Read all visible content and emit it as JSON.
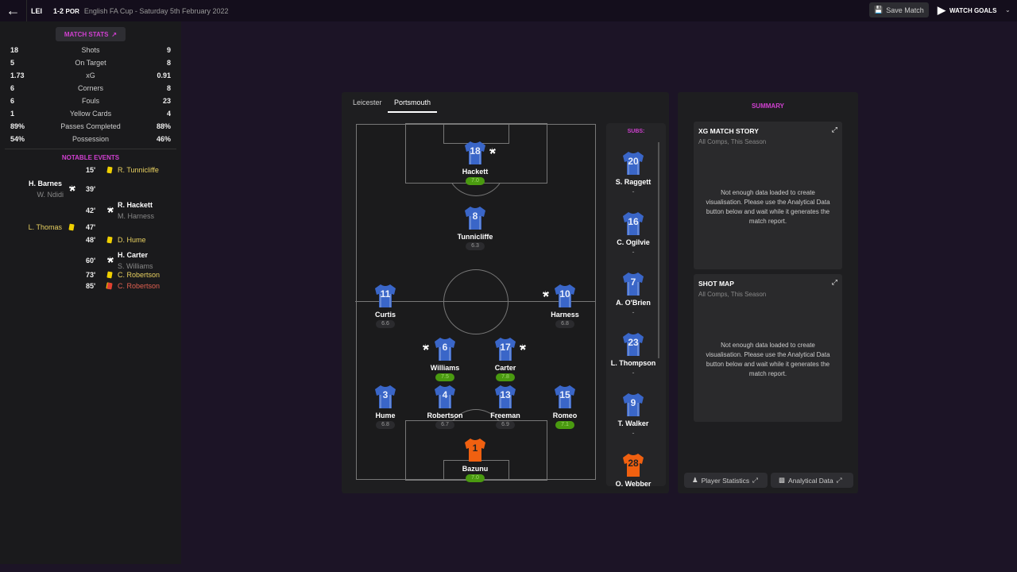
{
  "header": {
    "home": "LEI",
    "score": "1-2",
    "away": "POR",
    "competition": "English FA Cup - Saturday 5th February 2022",
    "save_label": "Save Match",
    "watch_label": "WATCH GOALS"
  },
  "stats": {
    "title": "MATCH STATS",
    "rows": [
      {
        "l": "18",
        "m": "Shots",
        "r": "9"
      },
      {
        "l": "5",
        "m": "On Target",
        "r": "8"
      },
      {
        "l": "1.73",
        "m": "xG",
        "r": "0.91"
      },
      {
        "l": "6",
        "m": "Corners",
        "r": "8"
      },
      {
        "l": "6",
        "m": "Fouls",
        "r": "23"
      },
      {
        "l": "1",
        "m": "Yellow Cards",
        "r": "4"
      },
      {
        "l": "89%",
        "m": "Passes Completed",
        "r": "88%"
      },
      {
        "l": "54%",
        "m": "Possession",
        "r": "46%"
      }
    ]
  },
  "events": {
    "title": "NOTABLE EVENTS",
    "items": [
      {
        "min": "15'",
        "side": "right",
        "type": "yellow",
        "name": "R. Tunnicliffe"
      },
      {
        "min": "39'",
        "side": "left",
        "type": "goal",
        "name": "H. Barnes",
        "assist": "W. Ndidi"
      },
      {
        "min": "42'",
        "side": "right",
        "type": "goal",
        "name": "R. Hackett",
        "assist": "M. Harness"
      },
      {
        "min": "47'",
        "side": "left",
        "type": "yellow",
        "name": "L. Thomas"
      },
      {
        "min": "48'",
        "side": "right",
        "type": "yellow",
        "name": "D. Hume"
      },
      {
        "min": "60'",
        "side": "right",
        "type": "goal",
        "name": "H. Carter",
        "assist": "S. Williams"
      },
      {
        "min": "73'",
        "side": "right",
        "type": "yellow",
        "name": "C. Robertson"
      },
      {
        "min": "85'",
        "side": "right",
        "type": "red",
        "name": "C. Robertson"
      }
    ]
  },
  "lineup": {
    "tabs": [
      "Leicester",
      "Portsmouth"
    ],
    "active_tab": "Portsmouth",
    "players": [
      {
        "num": "18",
        "name": "Hackett",
        "rating": "7.0",
        "icon": "goal-right"
      },
      {
        "num": "8",
        "name": "Tunnicliffe",
        "rating": "6.3"
      },
      {
        "num": "11",
        "name": "Curtis",
        "rating": "6.6"
      },
      {
        "num": "10",
        "name": "Harness",
        "rating": "6.8",
        "icon": "assist-left"
      },
      {
        "num": "6",
        "name": "Williams",
        "rating": "7.5",
        "icon": "assist-left"
      },
      {
        "num": "17",
        "name": "Carter",
        "rating": "7.8",
        "icon": "goal-right"
      },
      {
        "num": "3",
        "name": "Hume",
        "rating": "6.8"
      },
      {
        "num": "4",
        "name": "Robertson",
        "rating": "6.7"
      },
      {
        "num": "13",
        "name": "Freeman",
        "rating": "6.9"
      },
      {
        "num": "15",
        "name": "Romeo",
        "rating": "7.1"
      },
      {
        "num": "1",
        "name": "Bazunu",
        "rating": "7.0",
        "gk": true
      }
    ],
    "subs_title": "SUBS:",
    "subs": [
      {
        "num": "20",
        "name": "S. Raggett",
        "rating": "-"
      },
      {
        "num": "16",
        "name": "C. Ogilvie",
        "rating": "-"
      },
      {
        "num": "7",
        "name": "A. O'Brien",
        "rating": "-"
      },
      {
        "num": "23",
        "name": "L. Thompson",
        "rating": "-"
      },
      {
        "num": "9",
        "name": "T. Walker",
        "rating": "-"
      },
      {
        "num": "28",
        "name": "O. Webber",
        "rating": "",
        "gk": true
      }
    ]
  },
  "summary": {
    "title": "SUMMARY",
    "cards": [
      {
        "title": "XG MATCH STORY",
        "subtitle": "All Comps, This Season",
        "message": "Not enough data loaded to create visualisation. Please use the Analytical Data button below and wait while it generates the match report."
      },
      {
        "title": "SHOT MAP",
        "subtitle": "All Comps, This Season",
        "message": "Not enough data loaded to create visualisation. Please use the Analytical Data button below and wait while it generates the match report."
      }
    ],
    "player_stats_label": "Player Statistics",
    "analytical_label": "Analytical Data"
  },
  "colors": {
    "accent": "#d040d0",
    "shirt": "#3a66c8",
    "gk_shirt": "#f06010",
    "good_rating": "#4a9a10"
  }
}
